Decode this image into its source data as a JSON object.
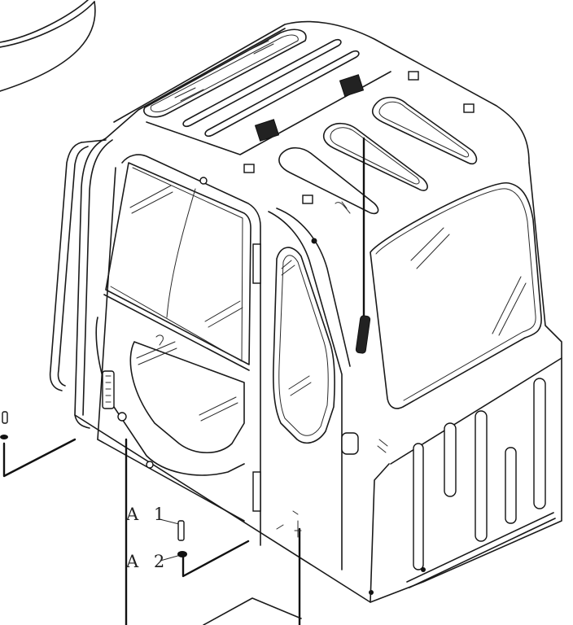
{
  "diagram": {
    "subject": "excavator-operator-cab",
    "style": "black-line-art-on-white",
    "colors": {
      "line": "#1a1a1a",
      "background": "#ffffff"
    },
    "callouts": [
      {
        "id": "A1",
        "label": "A 1",
        "part": "bolt"
      },
      {
        "id": "A2",
        "label": "A 2",
        "part": "washer"
      }
    ]
  }
}
